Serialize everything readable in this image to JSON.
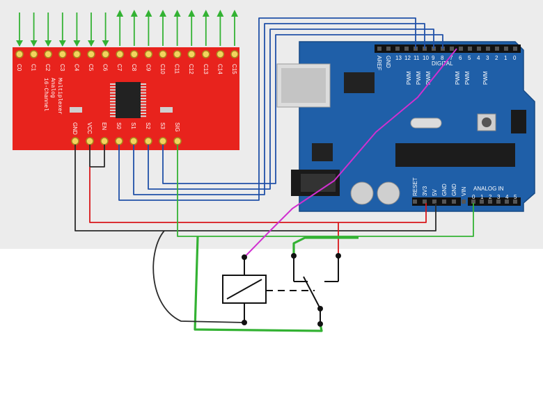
{
  "mux_board": {
    "channel_labels": [
      "C0",
      "C1",
      "C2",
      "C3",
      "C4",
      "C5",
      "C6",
      "C7",
      "C8",
      "C9",
      "C10",
      "C11",
      "C12",
      "C13",
      "C14",
      "C15"
    ],
    "channel_directions": [
      "in",
      "in",
      "in",
      "in",
      "in",
      "in",
      "in",
      "out",
      "out",
      "out",
      "out",
      "out",
      "out",
      "out",
      "out",
      "out"
    ],
    "title_lines": [
      "16-Channel",
      "Analog",
      "Multiplexer"
    ],
    "control_labels": [
      "GND",
      "VCC",
      "EN",
      "S0",
      "S1",
      "S2",
      "S3",
      "SIG"
    ],
    "color": "#e8231d"
  },
  "arduino": {
    "digital_header_numbers": [
      "AREF",
      "GND",
      "13",
      "12",
      "11",
      "10",
      "9",
      "8",
      "7",
      "6",
      "5",
      "4",
      "3",
      "2",
      "1",
      "0"
    ],
    "digital_label": "DIGITAL",
    "pwm_labels": [
      "PWM",
      "PWM",
      "PWM",
      "PWM",
      "PWM",
      "PWM"
    ],
    "power_labels": [
      "RESET",
      "3V3",
      "5V",
      "GND",
      "GND",
      "VIN"
    ],
    "analog_label": "ANALOG IN",
    "analog_numbers": [
      "0",
      "1",
      "2",
      "3",
      "4",
      "5"
    ],
    "color": "#1f5fa8"
  },
  "relay": {
    "symbol": "relay-coil-with-switch"
  },
  "wire_colors": {
    "blue": "#2050a8",
    "green": "#33b233",
    "red": "#d8161a",
    "black": "#2a2a2a",
    "magenta": "#d030d0"
  }
}
